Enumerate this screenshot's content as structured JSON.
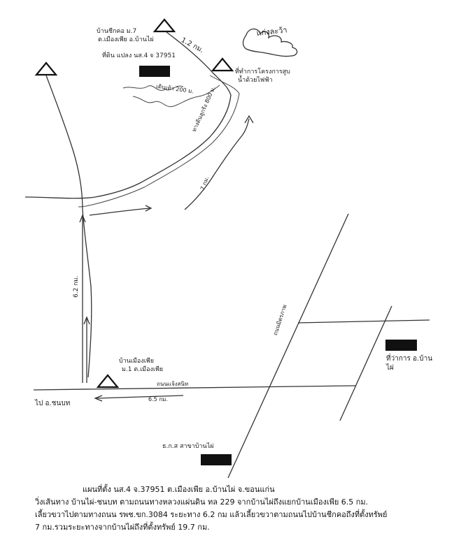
{
  "labels": {
    "ban_chik_kor": "บ้านชีกคอ ม.7",
    "ban_chik_kor_addr": "ต.เมืองเพีย อ.บ้านไผ่",
    "land_plot": "ที่ดิน แปลง นส.4 จ 37951",
    "dist_1_2": "1.2 กม.",
    "kaeng_lawa": "แก่งละว้า",
    "office_pump": "ที่ทำการโครงการสูบ",
    "office_pump_2": "น้ำด้วยไฟฟ้า",
    "path_200": "เดินเท้า 200 ม.",
    "dirt_800": "ทางดินลูกรัง 800 ม.",
    "dist_7": "7 กม.",
    "dist_6_2": "6.2 กม.",
    "road_mittraphap": "ถนนมิตรภาพ",
    "ban_mueang_phia": "บ้านเมืองเพีย",
    "ban_mueang_phia_addr": "ม.1 ต.เมืองเพีย",
    "road_chaengsanit": "ถนนแจ้งสนิท",
    "dist_6_5": "6.5 กม.",
    "to_khon_buri": "ไป อ.ชนบท",
    "district_office": "ที่ว่าการ อ.บ้าน",
    "district_office_2": "ไผ่",
    "baac": "ธ.ก.ส สาขาบ้านไผ่"
  },
  "footer": {
    "line1": "แผนที่ตั้ง นส.4 จ.37951 ต.เมืองเพีย  อ.บ้านไผ่ จ.ขอนแก่น",
    "line2": "วิ่งเส้นทาง บ้านไผ่-ชนบท ตามถนนทางหลวงแผ่นดิน ทล 229 จากบ้านไผ่ถึงแยกบ้านเมืองเพีย 6.5 กม.",
    "line3": "เลี้ยวขวาไปตามทางถนน รพช.ขก.3084 ระยะทาง 6.2 กม แล้วเลี้ยวขวาตามถนนไปบ้านชีกคอถึงที่ตั้งทรัพย์",
    "line4": " 7 กม.รวมระยะทางจากบ้านไผ่ถึงที่ตั้งทรัพย์ 19.7 กม."
  },
  "colors": {
    "ink": "#222222",
    "redaction": "#111111"
  }
}
